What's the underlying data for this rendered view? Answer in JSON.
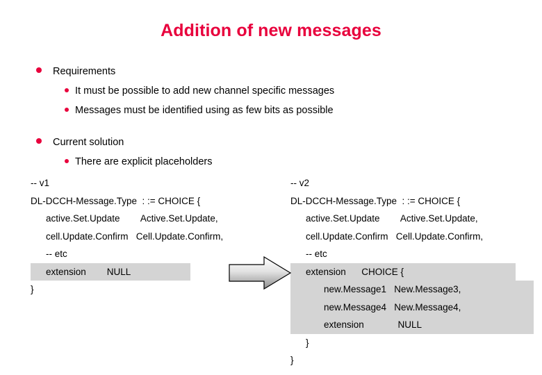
{
  "title": "Addition of new messages",
  "accent_color": "#e8003c",
  "highlight_color": "#d4d4d4",
  "bullets": [
    {
      "label": "Requirements",
      "level": 1,
      "children": [
        {
          "label": "It must be possible to add new channel specific messages",
          "level": 2
        },
        {
          "label": "Messages must be identified using as few bits as possible",
          "level": 2
        }
      ]
    },
    {
      "label": "Current solution",
      "level": 1,
      "children": [
        {
          "label": "There are explicit placeholders",
          "level": 2
        }
      ]
    }
  ],
  "left_code": {
    "version_comment": "-- v1",
    "lines": [
      {
        "text": "DL-DCCH-Message.Type  : := CHOICE {",
        "indent": 0,
        "highlight": false
      },
      {
        "text": "active.Set.Update        Active.Set.Update,",
        "indent": 1,
        "highlight": false
      },
      {
        "text": "cell.Update.Confirm   Cell.Update.Confirm,",
        "indent": 1,
        "highlight": false
      },
      {
        "text": "-- etc",
        "indent": 1,
        "highlight": false
      },
      {
        "text": "extension        NULL",
        "indent": 1,
        "highlight": true
      },
      {
        "text": "}",
        "indent": 0,
        "highlight": false
      }
    ]
  },
  "right_code": {
    "version_comment": "-- v2",
    "lines": [
      {
        "text": "DL-DCCH-Message.Type  : := CHOICE {",
        "indent": 0,
        "highlight": false
      },
      {
        "text": "active.Set.Update        Active.Set.Update,",
        "indent": 1,
        "highlight": false
      },
      {
        "text": "cell.Update.Confirm   Cell.Update.Confirm,",
        "indent": 1,
        "highlight": false
      },
      {
        "text": "-- etc",
        "indent": 1,
        "highlight": false
      },
      {
        "text": "extension      CHOICE {",
        "indent": 1,
        "highlight": true
      },
      {
        "text": "new.Message1   New.Message3,",
        "indent": 2,
        "highlight": true
      },
      {
        "text": "new.Message4   New.Message4,",
        "indent": 2,
        "highlight": true
      },
      {
        "text": "extension             NULL",
        "indent": 2,
        "highlight": true
      },
      {
        "text": "}",
        "indent": 1,
        "highlight": false
      },
      {
        "text": "}",
        "indent": 0,
        "highlight": false
      }
    ]
  },
  "arrow": {
    "name": "right-arrow",
    "direction": "right"
  }
}
